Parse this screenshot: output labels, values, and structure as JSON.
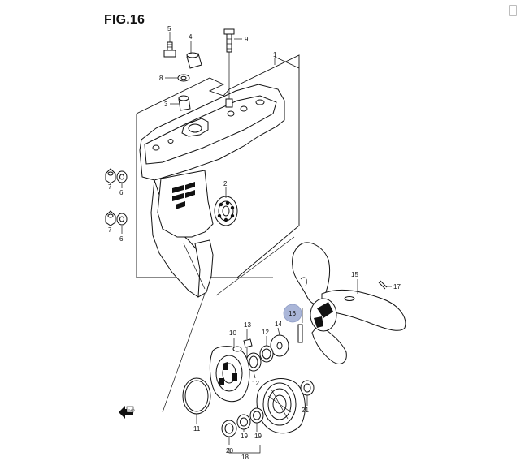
{
  "figure": {
    "title": "FIG.16",
    "highlight_color": "#aab6d8"
  },
  "callouts": [
    {
      "id": "c1",
      "label": "1"
    },
    {
      "id": "c2",
      "label": "2"
    },
    {
      "id": "c3",
      "label": "3"
    },
    {
      "id": "c4",
      "label": "4"
    },
    {
      "id": "c5",
      "label": "5"
    },
    {
      "id": "c6a",
      "label": "6"
    },
    {
      "id": "c6b",
      "label": "6"
    },
    {
      "id": "c7a",
      "label": "7"
    },
    {
      "id": "c7b",
      "label": "7"
    },
    {
      "id": "c8",
      "label": "8"
    },
    {
      "id": "c9",
      "label": "9"
    },
    {
      "id": "c10",
      "label": "10"
    },
    {
      "id": "c11",
      "label": "11"
    },
    {
      "id": "c12a",
      "label": "12"
    },
    {
      "id": "c12b",
      "label": "12"
    },
    {
      "id": "c13",
      "label": "13"
    },
    {
      "id": "c14",
      "label": "14"
    },
    {
      "id": "c15",
      "label": "15"
    },
    {
      "id": "c16",
      "label": "16",
      "highlighted": true
    },
    {
      "id": "c17",
      "label": "17"
    },
    {
      "id": "c18",
      "label": "18"
    },
    {
      "id": "c19a",
      "label": "19"
    },
    {
      "id": "c19b",
      "label": "19"
    },
    {
      "id": "c20",
      "label": "20"
    },
    {
      "id": "c21",
      "label": "21"
    }
  ],
  "front_marker": "FWD",
  "icons": [
    "front-direction-arrow-icon",
    "page-corner-icon"
  ]
}
